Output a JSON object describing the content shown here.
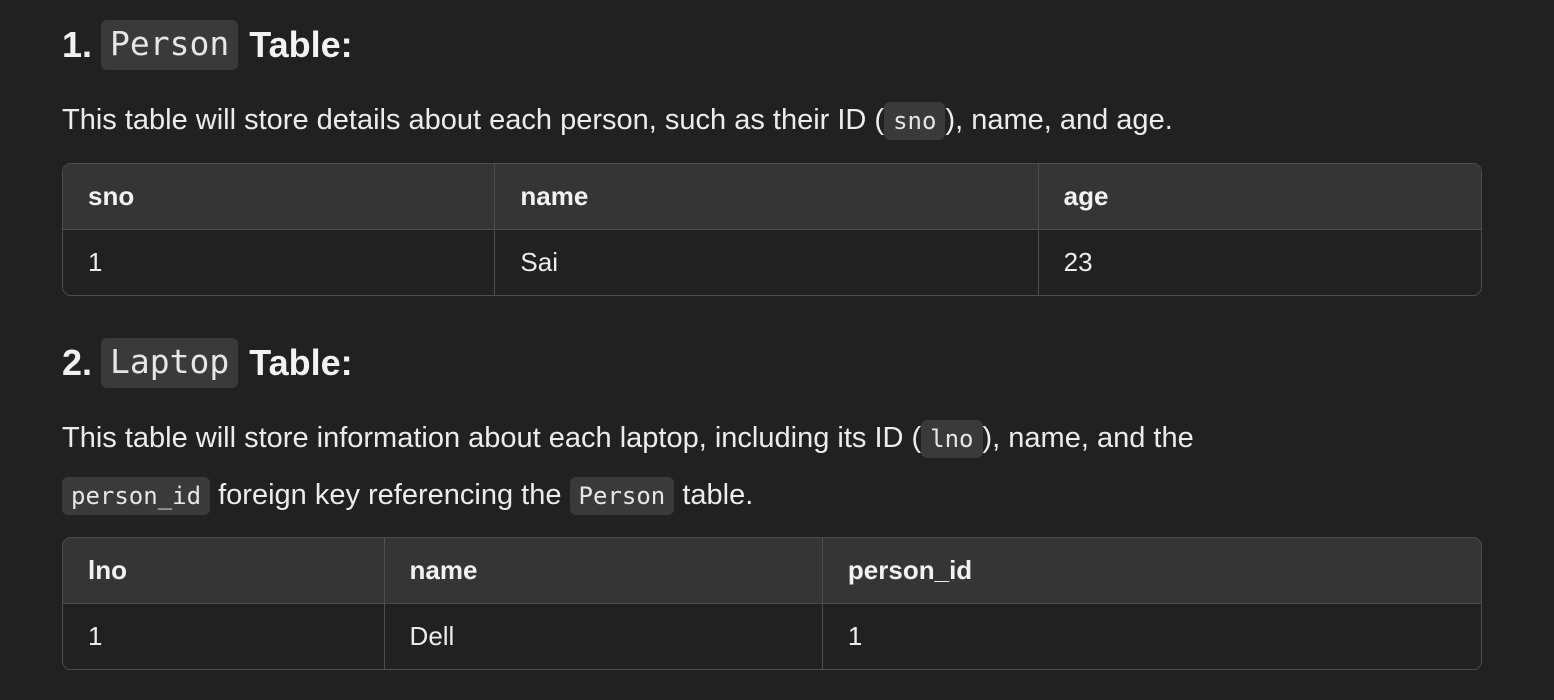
{
  "section1": {
    "number": "1.",
    "code": "Person",
    "title": "Table:",
    "desc_before": "This table will store details about each person, such as their ID (",
    "desc_code": "sno",
    "desc_after": "), name, and age.",
    "table": {
      "headers": [
        "sno",
        "name",
        "age"
      ],
      "rows": [
        [
          "1",
          "Sai",
          "23"
        ]
      ]
    }
  },
  "section2": {
    "number": "2.",
    "code": "Laptop",
    "title": "Table:",
    "desc_part1": "This table will store information about each laptop, including its ID (",
    "desc_code1": "lno",
    "desc_part2": "), name, and the",
    "desc_code2": "person_id",
    "desc_part3": "foreign key referencing the",
    "desc_code3": "Person",
    "desc_part4": "table.",
    "table": {
      "headers": [
        "lno",
        "name",
        "person_id"
      ],
      "rows": [
        [
          "1",
          "Dell",
          "1"
        ]
      ]
    }
  }
}
